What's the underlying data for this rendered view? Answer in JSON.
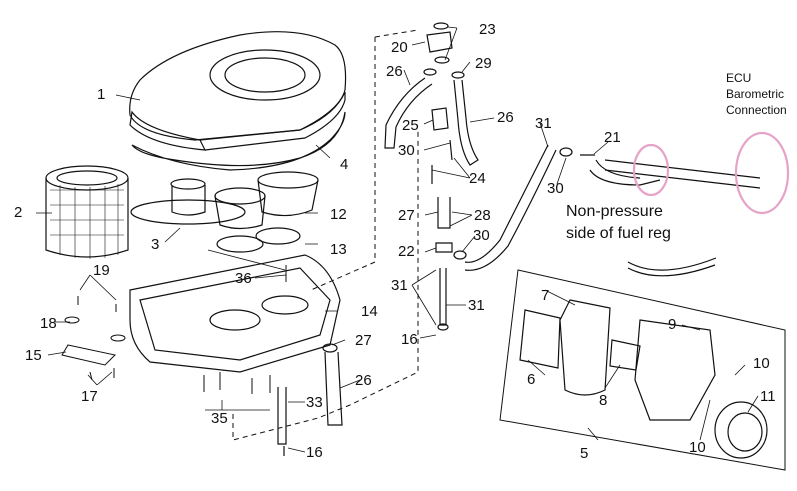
{
  "part_labels": [
    "1",
    "2",
    "3",
    "4",
    "5",
    "6",
    "7",
    "8",
    "9",
    "10",
    "10",
    "11",
    "12",
    "13",
    "14",
    "15",
    "16",
    "16",
    "17",
    "18",
    "19",
    "20",
    "21",
    "22",
    "23",
    "24",
    "25",
    "26",
    "26",
    "26",
    "27",
    "27",
    "28",
    "29",
    "30",
    "30",
    "30",
    "31",
    "31",
    "31",
    "33",
    "35",
    "36"
  ],
  "annotations": {
    "ecu": [
      "ECU",
      "Barometric",
      "Connection"
    ],
    "fuel_reg": [
      "Non-pressure",
      "side of fuel reg"
    ]
  },
  "highlight_color": "#e6a2c7"
}
